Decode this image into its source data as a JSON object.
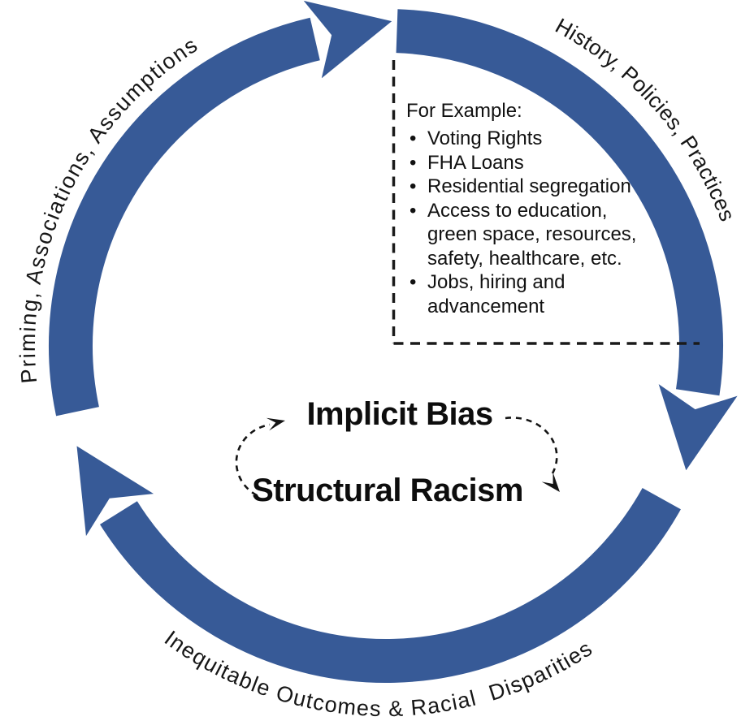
{
  "colors": {
    "ring_blue": "#375A97",
    "text_black": "#161616"
  },
  "cycle_labels": {
    "top_left": "Priming, Associations, Assumptions",
    "top_right": "History, Policies, Practices",
    "bottom": "Inequitable Outcomes & Racial  Disparities"
  },
  "center": {
    "top_term": "Implicit Bias",
    "bottom_term": "Structural Racism"
  },
  "example_box": {
    "title": "For Example:",
    "bullet_char": "•",
    "bullets": [
      {
        "lines": [
          "Voting Rights"
        ]
      },
      {
        "lines": [
          "FHA Loans"
        ]
      },
      {
        "lines": [
          "Residential segregation"
        ]
      },
      {
        "lines": [
          "Access to education,",
          "green space, resources,",
          "safety, healthcare, etc."
        ]
      },
      {
        "lines": [
          "Jobs, hiring and",
          "advancement"
        ]
      }
    ]
  }
}
